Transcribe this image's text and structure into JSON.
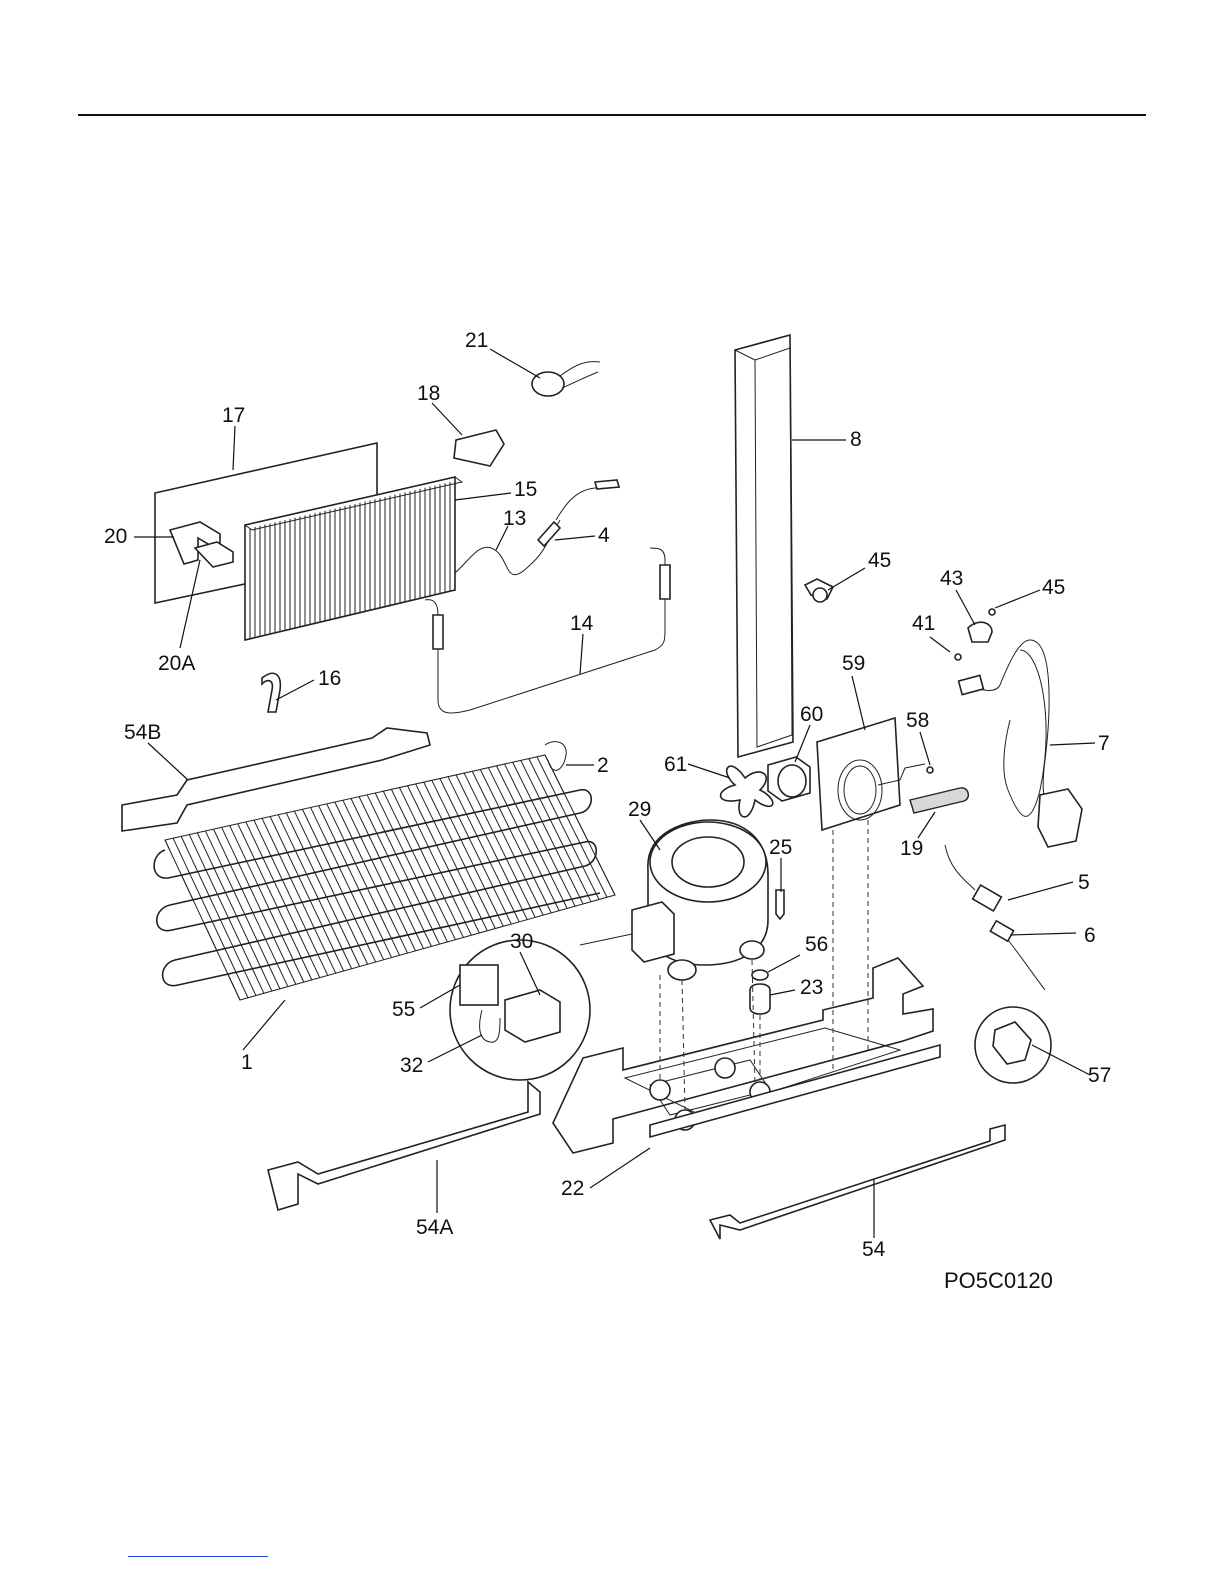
{
  "diagram": {
    "drawing_code": "PO5C0120",
    "callouts": [
      "1",
      "2",
      "4",
      "5",
      "6",
      "7",
      "8",
      "13",
      "14",
      "15",
      "16",
      "17",
      "18",
      "19",
      "20",
      "20A",
      "21",
      "22",
      "23",
      "25",
      "29",
      "30",
      "32",
      "41",
      "43",
      "45",
      "45",
      "54",
      "54A",
      "54B",
      "55",
      "56",
      "57",
      "58",
      "59",
      "60",
      "61"
    ]
  },
  "colors": {
    "ink": "#111111",
    "paper": "#ffffff",
    "link": "#2244cc"
  }
}
